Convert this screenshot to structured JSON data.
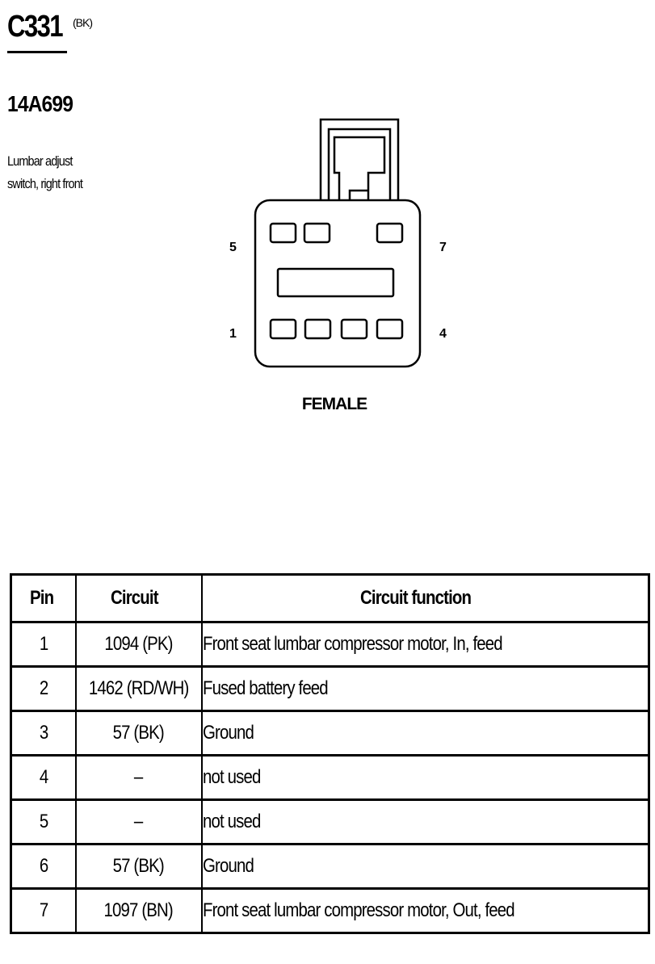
{
  "connector": {
    "id": "C331",
    "color": "(BK)",
    "part_number": "14A699",
    "description_line1": "Lumbar adjust",
    "description_line2": "switch, right front"
  },
  "diagram": {
    "pin_labels": {
      "top_left": "5",
      "top_right": "7",
      "bottom_left": "1",
      "bottom_right": "4"
    },
    "gender": "FEMALE"
  },
  "table": {
    "headers": [
      "Pin",
      "Circuit",
      "Circuit function"
    ],
    "rows": [
      {
        "pin": "1",
        "circuit": "1094 (PK)",
        "function": "Front seat lumbar compressor motor, In, feed"
      },
      {
        "pin": "2",
        "circuit": "1462 (RD/WH)",
        "function": "Fused battery feed"
      },
      {
        "pin": "3",
        "circuit": "57 (BK)",
        "function": "Ground"
      },
      {
        "pin": "4",
        "circuit": "–",
        "function": "not used"
      },
      {
        "pin": "5",
        "circuit": "–",
        "function": "not used"
      },
      {
        "pin": "6",
        "circuit": "57 (BK)",
        "function": "Ground"
      },
      {
        "pin": "7",
        "circuit": "1097 (BN)",
        "function": "Front seat lumbar compressor motor, Out, feed"
      }
    ]
  }
}
